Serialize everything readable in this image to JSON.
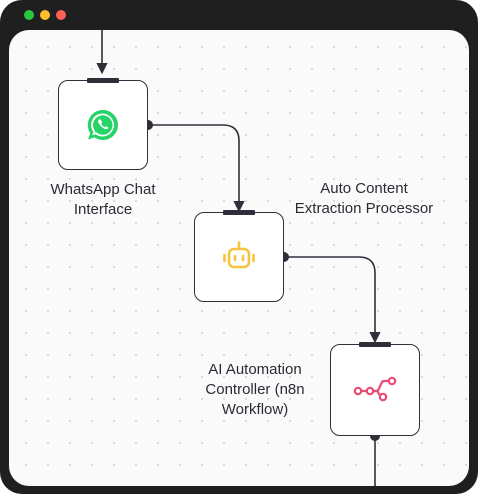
{
  "window": {
    "controls": [
      "close",
      "minimize",
      "maximize"
    ]
  },
  "nodes": [
    {
      "id": "whatsapp",
      "label": "WhatsApp Chat\nInterface",
      "icon": "whatsapp-icon",
      "color": "#25D366"
    },
    {
      "id": "extractor",
      "label": "Auto Content\nExtraction Processor",
      "icon": "robot-icon",
      "color": "#F5C542"
    },
    {
      "id": "controller",
      "label": "AI Automation\nController (n8n\nWorkflow)",
      "icon": "n8n-icon",
      "color": "#EA4B71"
    }
  ],
  "colors": {
    "edge": "#2f2f3a",
    "node_border": "#2f2f3a",
    "frame": "#1f1f1f",
    "canvas": "#fafafa"
  }
}
